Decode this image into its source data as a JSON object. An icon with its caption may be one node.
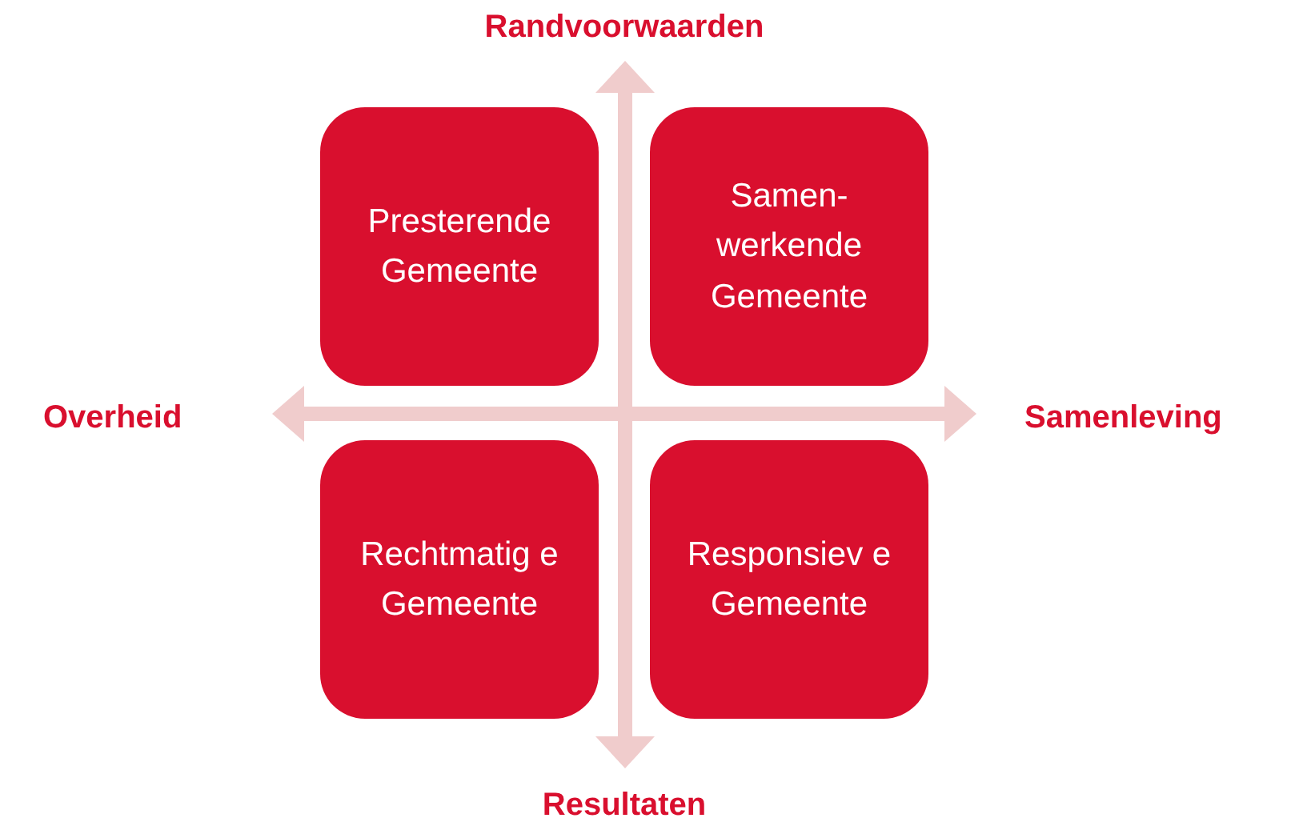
{
  "diagram": {
    "nodes": [
      {
        "text": [
          "Presterende Gemeente"
        ]
      },
      {
        "text": [
          "Samen- werkende Gemeente"
        ]
      },
      {
        "text": [
          "Rechtmatig e Gemeente"
        ]
      },
      {
        "text": [
          "Responsiev e Gemeente"
        ]
      }
    ],
    "labels": [
      "Randvoorwaarden",
      "Overheid",
      "Samenleving",
      "Resultaten"
    ]
  }
}
